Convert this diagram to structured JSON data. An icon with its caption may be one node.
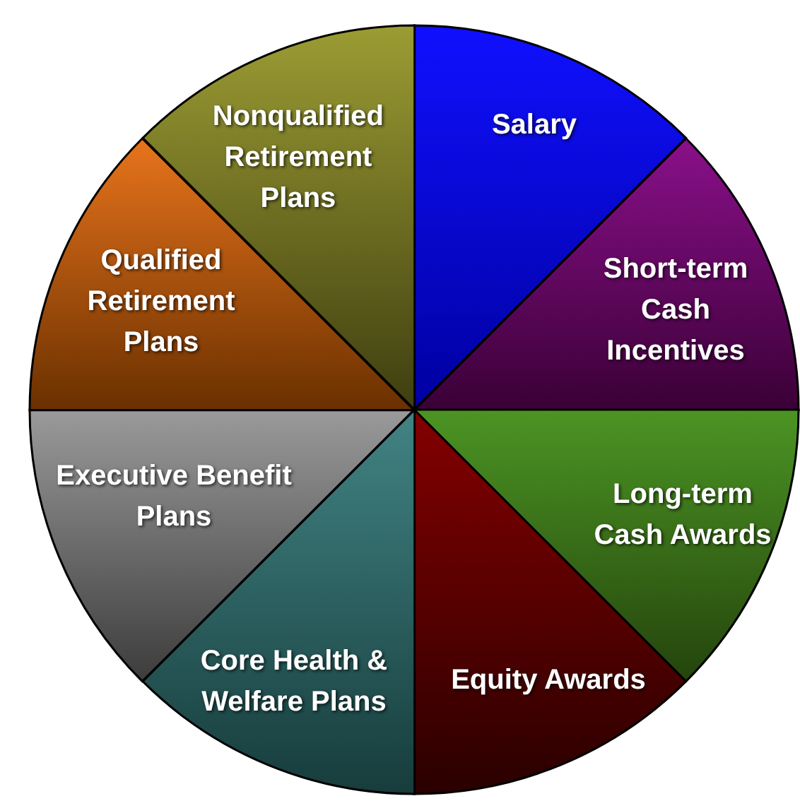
{
  "diagram": {
    "nodes": [
      {
        "text": [
          "Salary"
        ]
      },
      {
        "text": [
          "Short-term Cash Incentives"
        ]
      },
      {
        "text": [
          "Long-term Cash Awards"
        ]
      },
      {
        "text": [
          "Equity Awards"
        ]
      },
      {
        "text": [
          "Core Health & Welfare Plans"
        ]
      },
      {
        "text": [
          "Executive Benefit Plans"
        ]
      },
      {
        "text": [
          "Qualified Retirement Plans"
        ]
      },
      {
        "text": [
          "Nonqualified Retirement Plans"
        ]
      }
    ]
  }
}
